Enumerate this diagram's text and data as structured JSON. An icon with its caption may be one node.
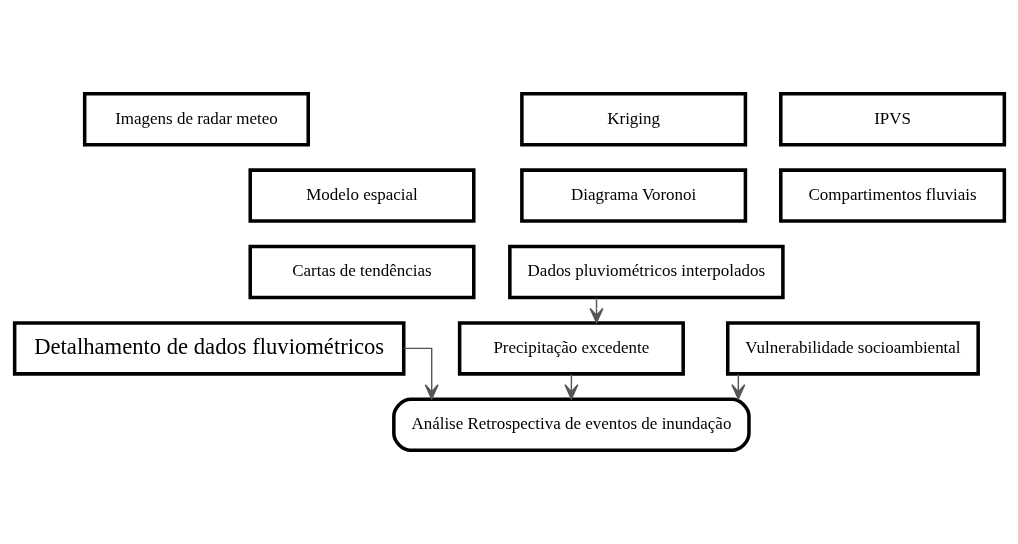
{
  "diagram": {
    "nodes": [
      {
        "text": [
          "Kriging"
        ]
      },
      {
        "text": [
          "Diagrama Voronoi"
        ]
      },
      {
        "text": [
          "Dados pluviométricos interpolados"
        ]
      },
      {
        "text": [
          "Imagens de radar meteo"
        ]
      },
      {
        "text": [
          "Detalhamento de dados fluviométricos"
        ]
      },
      {
        "text": [
          "Modelo espacial"
        ]
      },
      {
        "text": [
          "Cartas de tendências"
        ]
      },
      {
        "text": [
          "Precipitação excedente"
        ]
      },
      {
        "text": [
          "IPVS"
        ]
      },
      {
        "text": [
          "Compartimentos fluviais"
        ]
      },
      {
        "text": [
          "Vulnerabilidade socioambiental"
        ]
      },
      {
        "text": [
          "Análise Retrospectiva de eventos de inundação"
        ]
      }
    ],
    "edges": [
      {
        "from": 2,
        "to": 7,
        "arrow": "to"
      },
      {
        "from": 4,
        "to": 11,
        "arrow": "to"
      },
      {
        "from": 7,
        "to": 11,
        "arrow": "to"
      },
      {
        "from": 10,
        "to": 11,
        "arrow": "to"
      }
    ]
  }
}
